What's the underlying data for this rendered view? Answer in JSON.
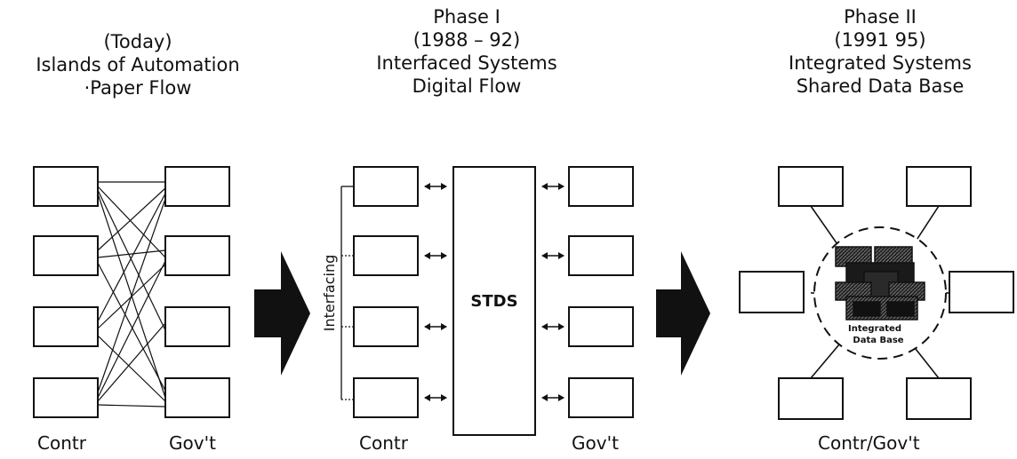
{
  "columns": {
    "today": {
      "lines": [
        "(Today)",
        "Islands of Automation",
        "·Paper Flow"
      ],
      "left_caption": "Contr",
      "right_caption": "Gov't"
    },
    "phase1": {
      "lines": [
        "Phase I",
        "(1988 – 92)",
        "Interfaced Systems",
        "Digital Flow"
      ],
      "left_caption": "Contr",
      "right_caption": "Gov't",
      "center_label": "STDS",
      "side_label": "Interfacing"
    },
    "phase2": {
      "lines": [
        "Phase II",
        "(1991   95)",
        "Integrated Systems",
        "Shared Data Base"
      ],
      "caption": "Contr/Gov't",
      "database_label_1": "Integrated",
      "database_label_2": "Data Base"
    }
  },
  "colors": {
    "ink": "#111111",
    "background": "#ffffff"
  }
}
